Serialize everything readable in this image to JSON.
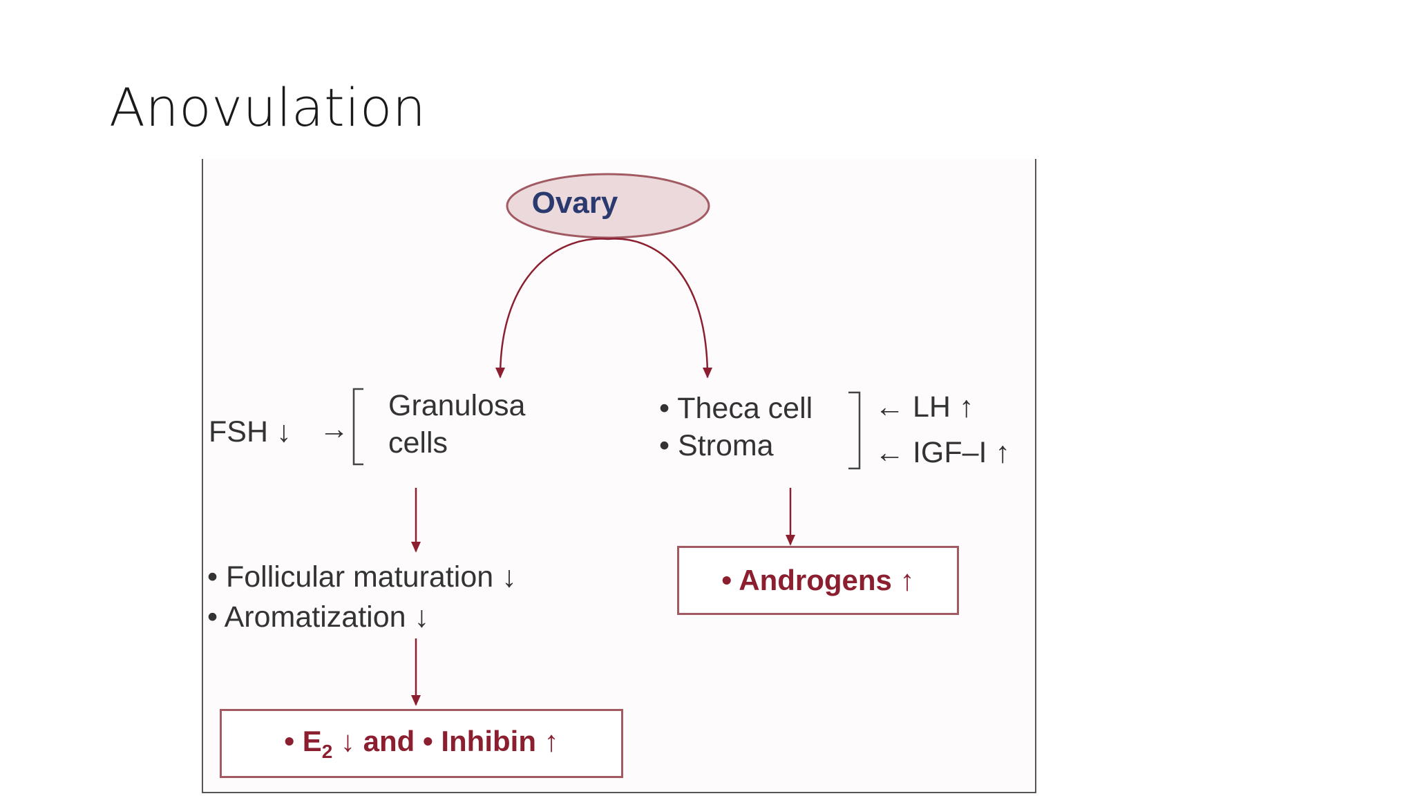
{
  "slide": {
    "title": "Anovulation"
  },
  "diagram": {
    "root": "Ovary",
    "left_branch": {
      "input_label": "FSH ↓",
      "input_arrow": "→",
      "cells_line1": "Granulosa",
      "cells_line2": "cells",
      "effect1": "• Follicular maturation ↓",
      "effect2": "• Aromatization ↓",
      "result_prefix": "• E",
      "result_sub": "2",
      "result_suffix": " ↓ and • Inhibin ↑"
    },
    "right_branch": {
      "cell1": "• Theca cell",
      "cell2": "• Stroma",
      "input1": "← LH ↑",
      "input2": "← IGF–I ↑",
      "result": "• Androgens ↑"
    },
    "colors": {
      "arrow": "#8b1f30",
      "ellipse_fill": "#ecd9dc",
      "ellipse_stroke": "#a25a62",
      "box_stroke": "#a25a62",
      "root_text": "#2b3a6e"
    }
  }
}
